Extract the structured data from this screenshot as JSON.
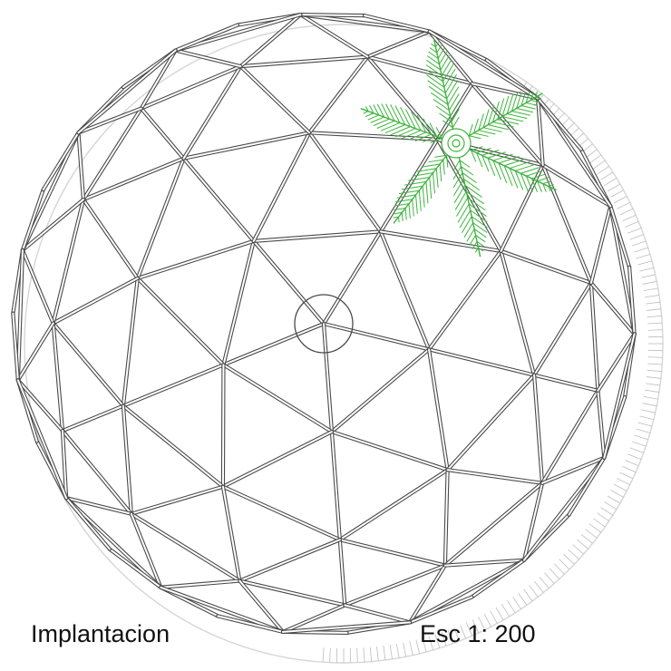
{
  "title": "Implantacion",
  "scale": "Esc  1: 200",
  "colors": {
    "lines": "#4a4a4a",
    "shadow": "#bdbdbd",
    "plant": "#3db53d",
    "background": "#ffffff"
  },
  "symbols": {
    "dome": "geodesic-dome-plan",
    "plant": "palm-tree-symbol",
    "center": "center-circle"
  }
}
